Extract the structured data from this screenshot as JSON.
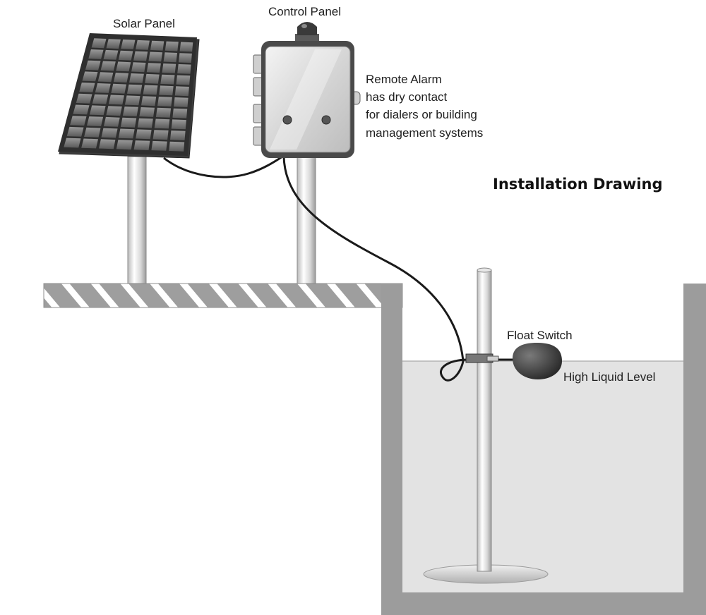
{
  "diagram": {
    "title": "Installation Drawing",
    "labels": {
      "solar_panel": "Solar Panel",
      "control_panel": "Control Panel",
      "remote_alarm": [
        "Remote Alarm",
        "has dry contact",
        "for dialers or building",
        "management systems"
      ],
      "float_switch": "Float Switch",
      "high_liquid_level": "High Liquid Level"
    }
  }
}
